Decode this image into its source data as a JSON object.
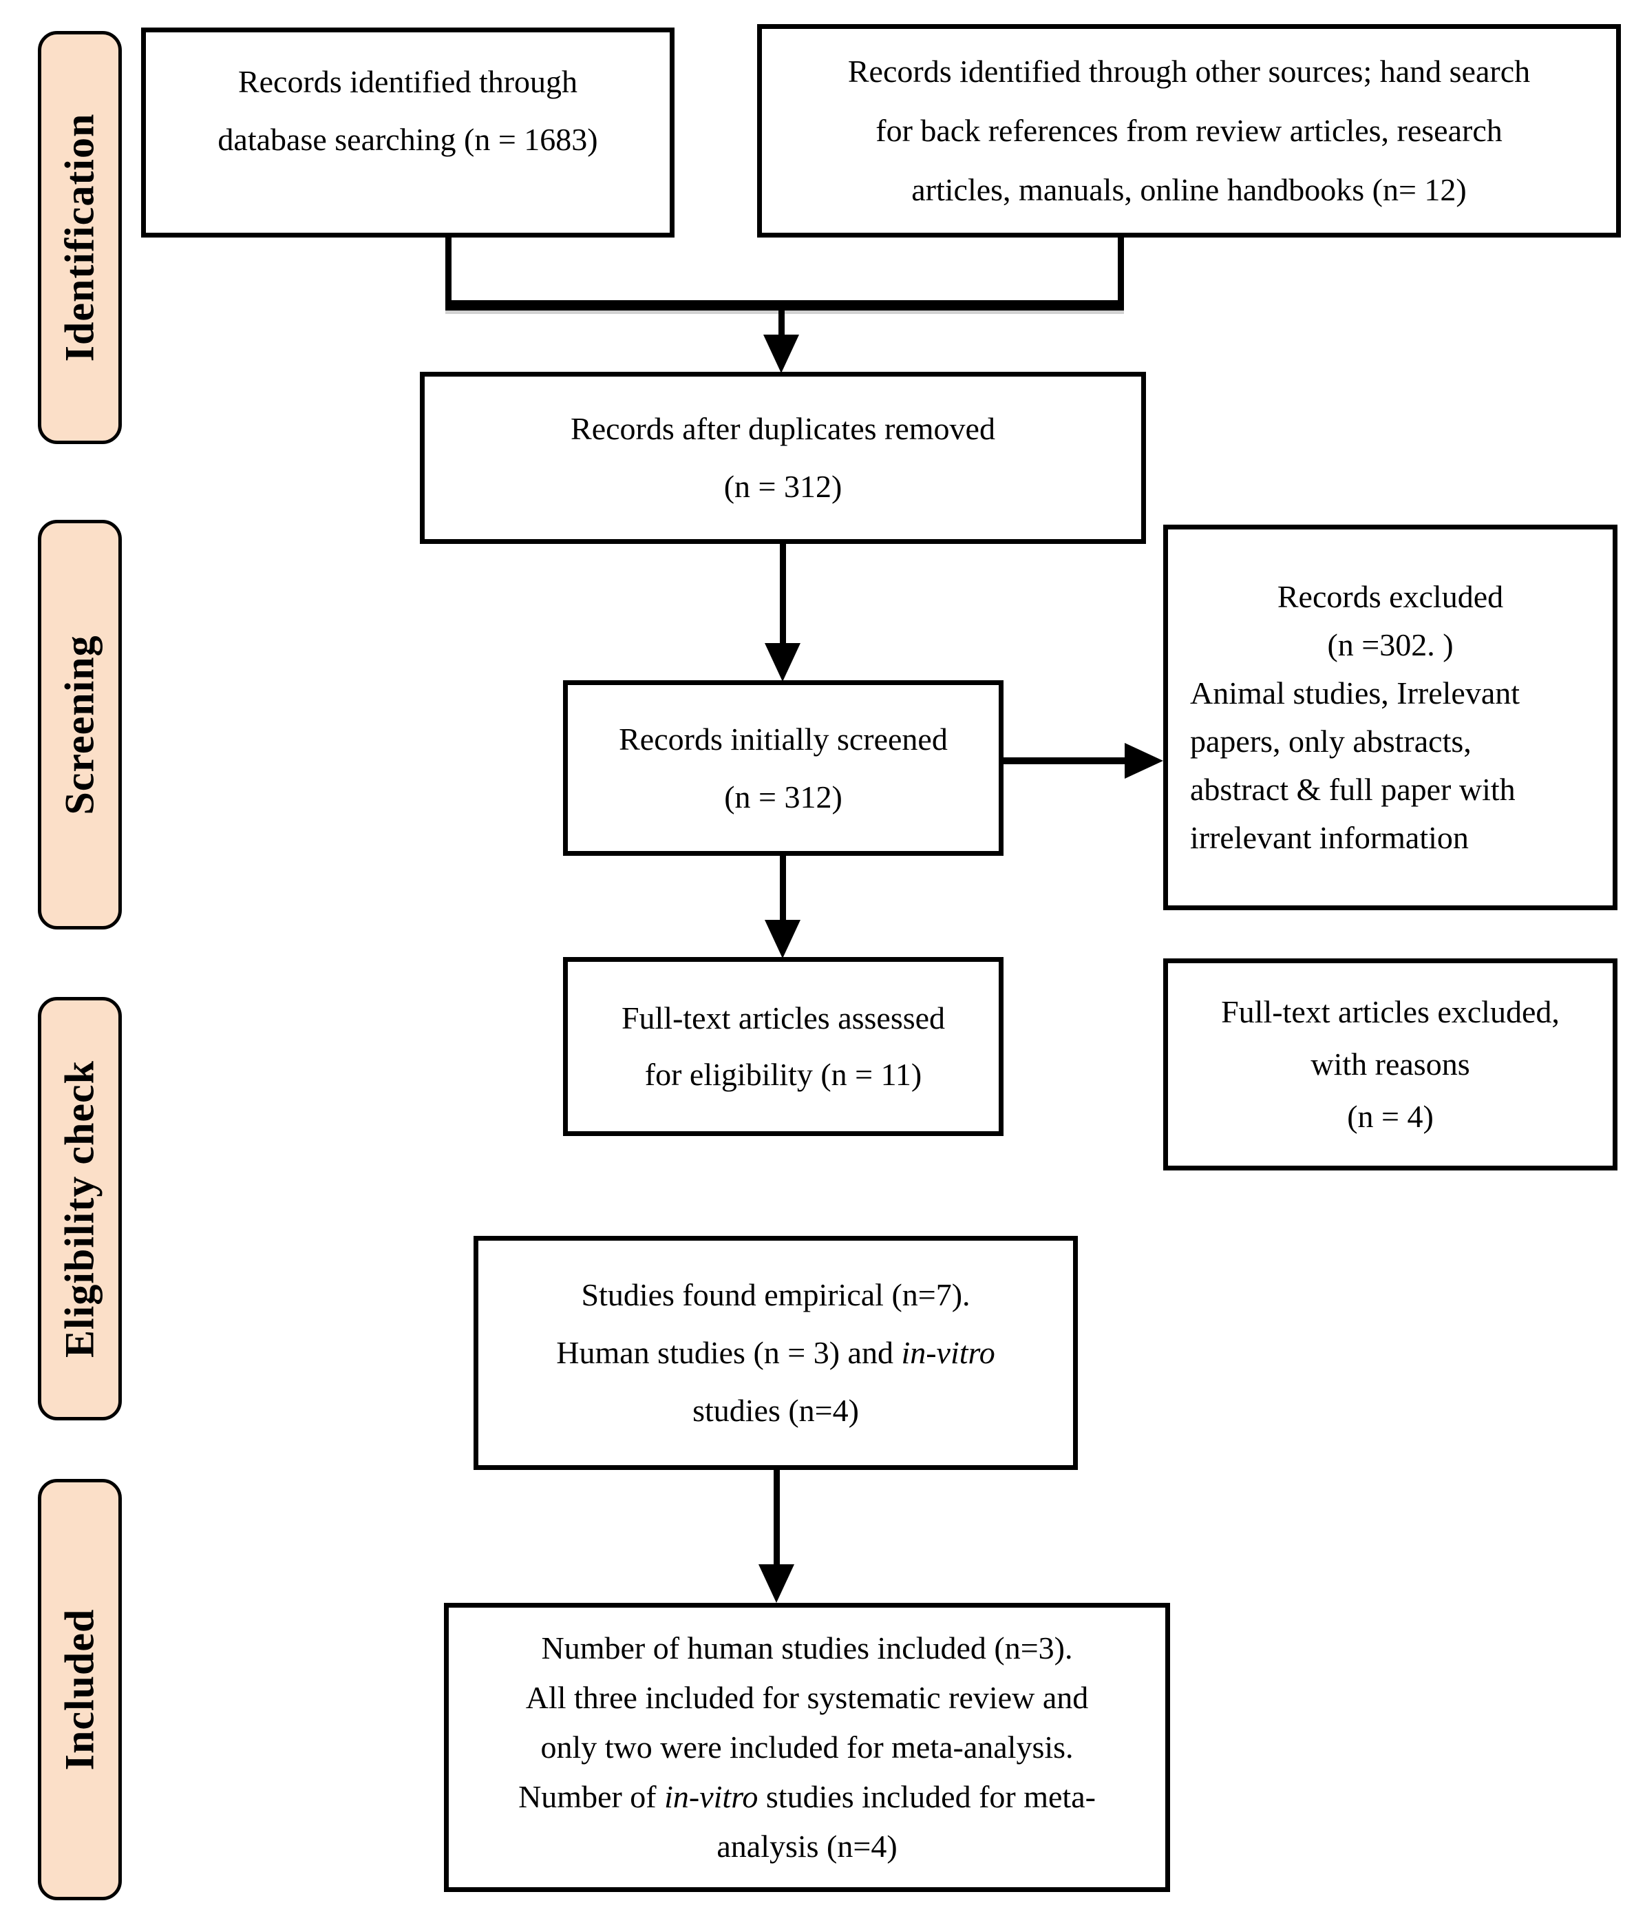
{
  "sidebar": {
    "fill_color": "#fbdfc8",
    "border_color": "#000000",
    "labels": [
      "Identification",
      "Screening",
      "Eligibility check",
      "Included"
    ]
  },
  "boxes": {
    "identified_db": {
      "lines": [
        "Records identified through",
        "database searching (n = 1683)"
      ]
    },
    "identified_other": {
      "lines": [
        "Records identified through other sources; hand search",
        "for back references from review articles, research",
        "articles, manuals, online handbooks (n= 12)"
      ]
    },
    "duplicates_removed": {
      "lines": [
        "Records after duplicates removed",
        "(n = 312)"
      ]
    },
    "initially_screened": {
      "lines": [
        "Records initially screened",
        "(n = 312)"
      ]
    },
    "records_excluded": {
      "lines": [
        "Records excluded",
        "(n =302. )",
        "Animal studies, Irrelevant",
        "papers, only abstracts,",
        "abstract & full paper with",
        "irrelevant information"
      ]
    },
    "fulltext_assessed": {
      "lines": [
        "Full-text articles assessed",
        "for eligibility (n = 11)"
      ]
    },
    "fulltext_excluded": {
      "lines": [
        "Full-text articles excluded,",
        "with reasons",
        "(n = 4)"
      ]
    },
    "studies_empirical": {
      "lines": [
        "Studies found empirical (n=7).",
        [
          {
            "t": "Human studies (n = 3) and "
          },
          {
            "t": "in-vitro",
            "i": true
          }
        ],
        "studies (n=4)"
      ]
    },
    "included_final": {
      "lines": [
        "Number of human studies included (n=3).",
        "All three included for systematic review and",
        "only two were included for meta-analysis.",
        [
          {
            "t": "Number of "
          },
          {
            "t": "in-vitro",
            "i": true
          },
          {
            "t": " studies included for meta-"
          }
        ],
        "analysis (n=4)"
      ]
    }
  }
}
